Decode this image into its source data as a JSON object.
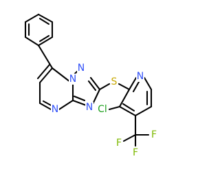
{
  "molecule": {
    "atoms": [
      {
        "id": "N1",
        "symbol": "N",
        "label": "N"
      },
      {
        "id": "N2",
        "symbol": "N",
        "label": "N"
      },
      {
        "id": "N3",
        "symbol": "N",
        "label": "N"
      },
      {
        "id": "N4",
        "symbol": "N",
        "label": "N"
      },
      {
        "id": "S",
        "symbol": "S",
        "label": "S"
      },
      {
        "id": "N5",
        "symbol": "N",
        "label": "N"
      },
      {
        "id": "Cl",
        "symbol": "Cl",
        "label": "Cl"
      },
      {
        "id": "F1",
        "symbol": "F",
        "label": "F"
      },
      {
        "id": "F2",
        "symbol": "F",
        "label": "F"
      },
      {
        "id": "F3",
        "symbol": "F",
        "label": "F"
      }
    ],
    "colors": {
      "bond": "#000000",
      "N": "#3050F8",
      "S": "#C8A800",
      "Cl": "#1FA01F",
      "F": "#7DB800"
    }
  }
}
